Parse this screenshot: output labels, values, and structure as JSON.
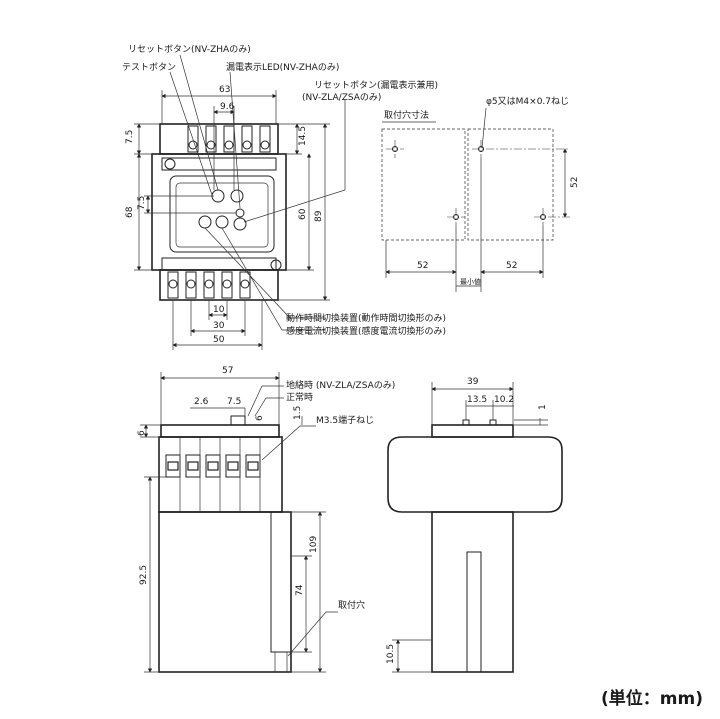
{
  "labels": {
    "reset_zha": "リセットボタン(NV-ZHAのみ)",
    "test_button": "テストボタン",
    "leak_led": "漏電表示LED(NV-ZHAのみ)",
    "reset_shared": "リセットボタン(漏電表示兼用)",
    "reset_shared_models": "(NV-ZLA/ZSAのみ)",
    "mount_hole_dims": "取付穴寸法",
    "screw_hole": "φ5又はM4×0.7ねじ",
    "time_switch": "動作時間切換装置(動作時間切換形のみ)",
    "sens_switch": "感度電流切換装置(感度電流切換形のみ)",
    "at_ground_fault": "地絡時 (NV-ZLA/ZSAのみ)",
    "normal": "正常時",
    "terminal_screw": "M3.5端子ねじ",
    "mount_hole": "取付穴",
    "unit": "(単位：mm)"
  },
  "dims": {
    "d63": "63",
    "d96": "9.6",
    "d75a": "7.5",
    "d145": "14.5",
    "d68": "68",
    "d75b": "7.5",
    "d60": "60",
    "d89": "89",
    "d10": "10",
    "d30": "30",
    "d50": "50",
    "d52v": "52",
    "d52a": "52",
    "d52b": "52",
    "d_dot": "最小値",
    "d57": "57",
    "d26": "2.6",
    "d75c": "7.5",
    "d6a": "6",
    "d15": "1.5",
    "d6b": "6",
    "d925": "92.5",
    "d109": "109",
    "d74": "74",
    "d39": "39",
    "d135": "13.5",
    "d102": "10.2",
    "d1": "1",
    "d105": "10.5"
  }
}
